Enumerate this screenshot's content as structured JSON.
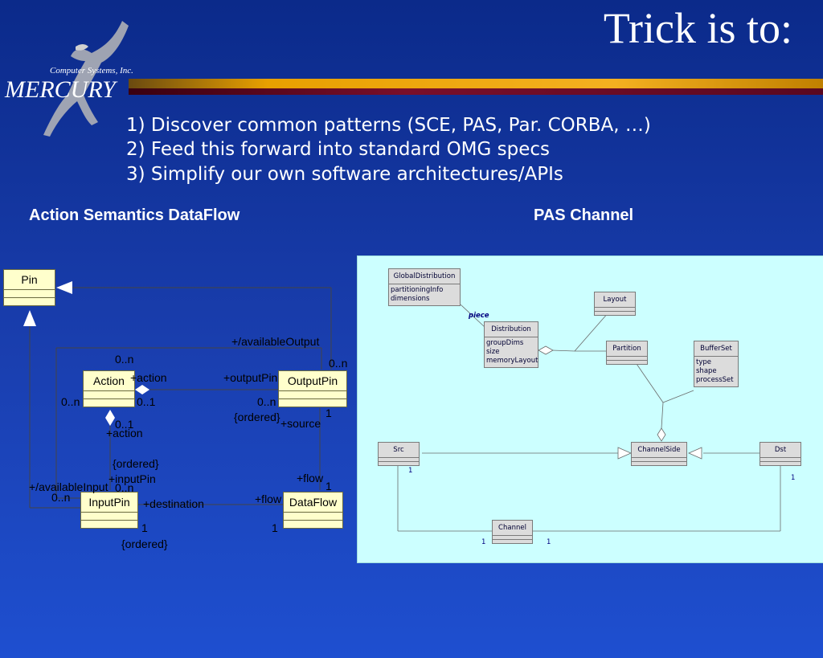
{
  "slide": {
    "title": "Trick is to:",
    "logo_text": "Computer Systems, Inc.",
    "logo_brand": "MERCURY"
  },
  "bullets": [
    "1) Discover common patterns (SCE, PAS, Par. CORBA, …)",
    "2) Feed this forward into standard OMG specs",
    "3) Simplify our own software architectures/APIs"
  ],
  "left_diagram": {
    "heading": "Action Semantics DataFlow",
    "classes": {
      "pin": "Pin",
      "action": "Action",
      "output_pin": "OutputPin",
      "input_pin": "InputPin",
      "dataflow": "DataFlow"
    },
    "labels": {
      "available_output": "+/availableOutput",
      "mult_0n_a": "0..n",
      "mult_0n_b": "0..n",
      "plus_action_1": "+action",
      "plus_output_pin": "+outputPin",
      "mult_0n_c": "0..n",
      "mult_01_a": "0..1",
      "mult_0n_d": "0..n",
      "ordered_1": "{ordered}",
      "mult_1_a": "1",
      "plus_source": "+source",
      "mult_01_b": "0..1",
      "plus_action_2": "+action",
      "ordered_2": "{ordered}",
      "plus_input_pin": "+inputPin",
      "mult_0n_e": "0..n",
      "available_input": "+/availableInput",
      "mult_0n_f": "0..n",
      "plus_flow_1": "+flow",
      "mult_1_b": "1",
      "plus_flow_2": "+flow",
      "plus_destination": "+destination",
      "mult_1_c": "1",
      "mult_1_d": "1",
      "ordered_3": "{ordered}"
    }
  },
  "right_diagram": {
    "heading": "PAS Channel",
    "classes": {
      "global_distribution": {
        "name": "GlobalDistribution",
        "attrs": [
          "partitioningInfo",
          "dimensions"
        ]
      },
      "distribution": {
        "name": "Distribution",
        "attrs": [
          "groupDims",
          "size",
          "memoryLayout"
        ]
      },
      "layout": {
        "name": "Layout"
      },
      "partition": {
        "name": "Partition"
      },
      "buffer_set": {
        "name": "BufferSet",
        "attrs": [
          "type",
          "shape",
          "processSet"
        ]
      },
      "src": {
        "name": "Src"
      },
      "channel_side": {
        "name": "ChannelSide"
      },
      "dst": {
        "name": "Dst"
      },
      "channel": {
        "name": "Channel"
      }
    },
    "labels": {
      "piece": "piece",
      "src_mult": "1",
      "dst_mult": "1",
      "chan_left_mult": "1",
      "chan_right_mult": "1"
    }
  },
  "colors": {
    "background": "#1a3fb0",
    "uml_fill": "#ffffcc",
    "pas_panel": "#ccffff",
    "pas_box": "#dcdcdc",
    "stripe_gold": "#e8a000",
    "stripe_maroon": "#7a0f2a"
  }
}
